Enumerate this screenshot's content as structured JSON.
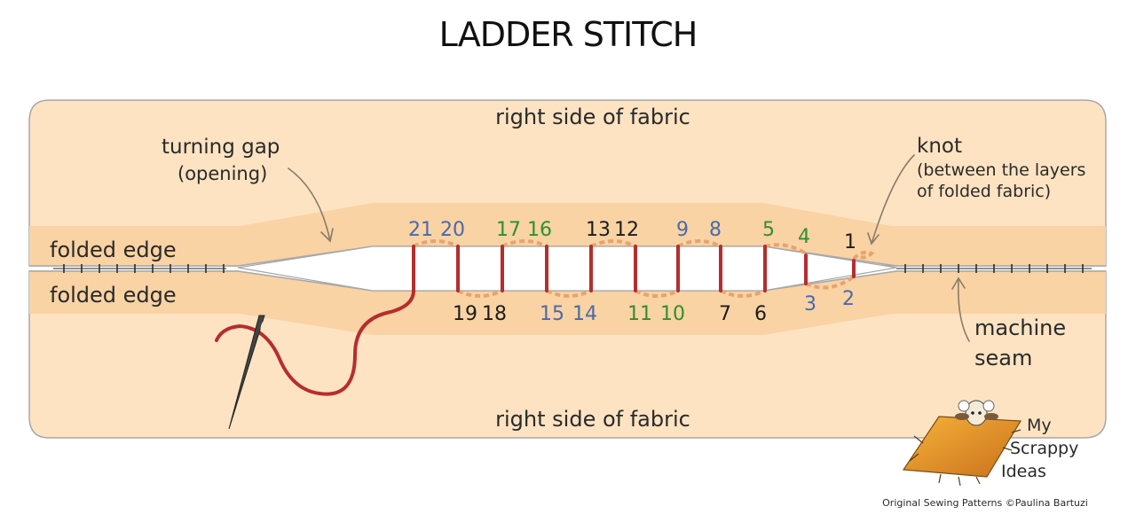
{
  "title": "LADDER STITCH",
  "labels": {
    "top_fabric": "right side of fabric",
    "bottom_fabric": "right side of fabric",
    "folded_edge_top": "folded edge",
    "folded_edge_bottom": "folded edge",
    "turning_gap_line1": "turning gap",
    "turning_gap_line2": "(opening)",
    "knot": "knot",
    "knot_note_line1": "(between the layers",
    "knot_note_line2": "of folded fabric)",
    "machine_seam_line1": "machine",
    "machine_seam_line2": "seam"
  },
  "stitch_numbers_top": [
    {
      "n": "21",
      "color": "blue"
    },
    {
      "n": "20",
      "color": "blue"
    },
    {
      "n": "17",
      "color": "green"
    },
    {
      "n": "16",
      "color": "green"
    },
    {
      "n": "13",
      "color": "black"
    },
    {
      "n": "12",
      "color": "black"
    },
    {
      "n": "9",
      "color": "blue"
    },
    {
      "n": "8",
      "color": "blue"
    },
    {
      "n": "5",
      "color": "green"
    },
    {
      "n": "4",
      "color": "green"
    },
    {
      "n": "1",
      "color": "black"
    }
  ],
  "stitch_numbers_bottom": [
    {
      "n": "19",
      "color": "black"
    },
    {
      "n": "18",
      "color": "black"
    },
    {
      "n": "15",
      "color": "blue"
    },
    {
      "n": "14",
      "color": "blue"
    },
    {
      "n": "11",
      "color": "green"
    },
    {
      "n": "10",
      "color": "green"
    },
    {
      "n": "7",
      "color": "black"
    },
    {
      "n": "6",
      "color": "black"
    },
    {
      "n": "3",
      "color": "blue"
    },
    {
      "n": "2",
      "color": "blue"
    }
  ],
  "logo": {
    "line1": "My",
    "line2": "Scrappy",
    "line3": "Ideas"
  },
  "credit": "Original Sewing Patterns ©Paulina Bartuzi",
  "colors": {
    "fabric": "#fde3c2",
    "fabric_border": "#a8a8a8",
    "folded_band": "#f9d3a4",
    "thread": "#b52e2e",
    "hidden_thread": "#e8a36c",
    "blue": "#4a6aa8",
    "green": "#2f8f2f",
    "black": "#1c1c1c"
  }
}
